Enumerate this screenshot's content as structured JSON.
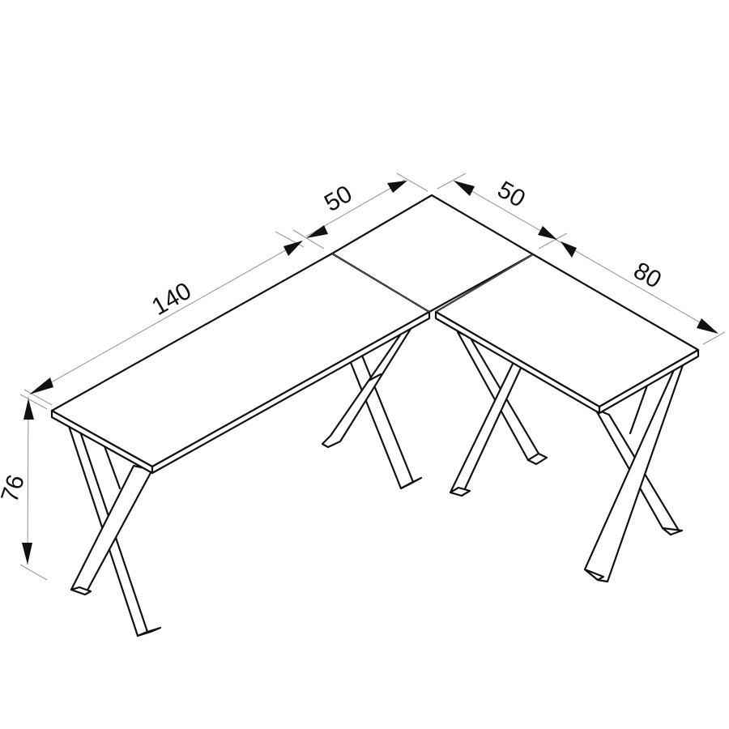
{
  "diagram": {
    "subject": "L-shaped corner desk with X-frame legs",
    "dimensions": {
      "long_length": "140",
      "corner_width_left": "50",
      "corner_width_right": "50",
      "short_length": "80",
      "height": "76"
    },
    "colors": {
      "line": "#111111",
      "dimension_line": "#9a9a9a",
      "background": "#ffffff"
    }
  }
}
